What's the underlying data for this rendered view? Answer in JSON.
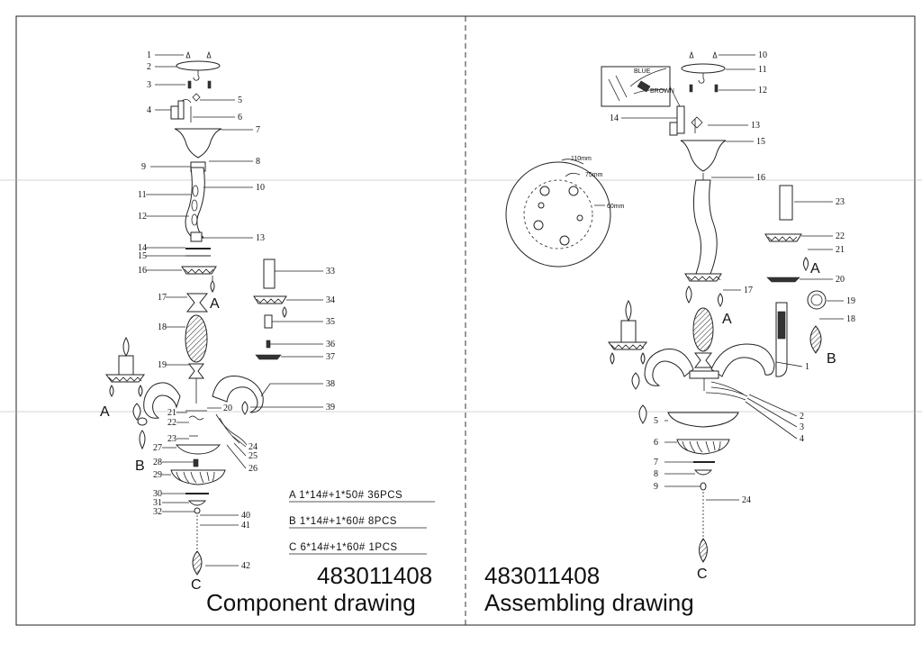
{
  "left_panel": {
    "model": "483011408",
    "title": "Component drawing",
    "specs": [
      "A 1*14#+1*50# 36PCS",
      "B 1*14#+1*60# 8PCS",
      "C 6*14#+1*60# 1PCS"
    ],
    "letters": [
      "A",
      "A",
      "B",
      "C"
    ],
    "callouts": [
      "1",
      "2",
      "3",
      "4",
      "5",
      "6",
      "7",
      "8",
      "9",
      "10",
      "11",
      "12",
      "13",
      "14",
      "15",
      "16",
      "17",
      "18",
      "19",
      "20",
      "21",
      "22",
      "23",
      "24",
      "25",
      "26",
      "27",
      "28",
      "29",
      "30",
      "31",
      "32",
      "33",
      "34",
      "35",
      "36",
      "37",
      "38",
      "39",
      "40",
      "41",
      "42"
    ]
  },
  "right_panel": {
    "model": "483011408",
    "title": "Assembling drawing",
    "letters": [
      "A",
      "A",
      "B",
      "C"
    ],
    "wire_labels": [
      "BLUE",
      "BROWN"
    ],
    "plate_dimensions": [
      "110mm",
      "75mm",
      "60mm"
    ],
    "callouts": [
      "10",
      "11",
      "12",
      "13",
      "14",
      "15",
      "16",
      "23",
      "22",
      "21",
      "20",
      "19",
      "18",
      "17",
      "1",
      "2",
      "3",
      "4",
      "5",
      "6",
      "7",
      "8",
      "9",
      "24"
    ]
  }
}
